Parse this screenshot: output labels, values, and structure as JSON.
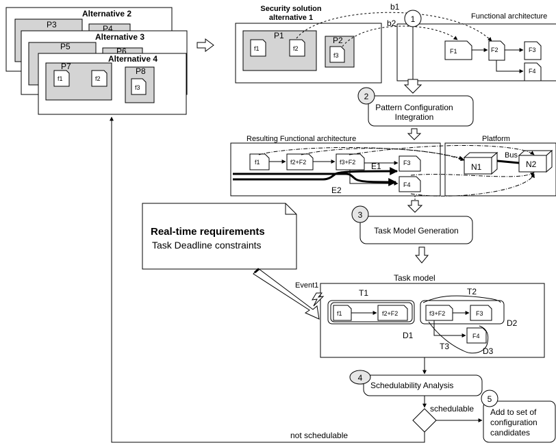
{
  "alternatives": {
    "alt2_title": "Alternative 2",
    "alt3_title": "Alternative 3",
    "alt4_title": "Alternative 4",
    "p3": "P3",
    "p4": "P4",
    "p5": "P5",
    "p6": "P6",
    "p7": "P7",
    "p8": "P8",
    "alt4_f1": "f1",
    "alt4_f2": "f2",
    "alt4_f3": "f3"
  },
  "security": {
    "title_line1": "Security solution",
    "title_line2": "alternative 1",
    "p1": "P1",
    "p2": "P2",
    "f1": "f1",
    "f2": "f2",
    "f3": "f3"
  },
  "functional": {
    "title": "Functional architecture",
    "f1": "F1",
    "f2": "F2",
    "f3": "F3",
    "f4": "F4",
    "b1": "b1",
    "b2": "b2"
  },
  "steps": {
    "s1": "1",
    "s2": "2",
    "s2_line1": "Pattern Configuration",
    "s2_line2": "Integration",
    "s3": "3",
    "s3_label": "Task Model Generation",
    "s4": "4",
    "s4_label": "Schedulability Analysis",
    "s5": "5",
    "s5_line1": "Add to set of",
    "s5_line2": "configuration",
    "s5_line3": "candidates"
  },
  "resulting": {
    "title": "Resulting Functional architecture",
    "f1": "f1",
    "f2f2": "f2+F2",
    "f3f2": "f3+F2",
    "F3": "F3",
    "F4": "F4",
    "e1": "E1",
    "e2": "E2"
  },
  "platform": {
    "title": "Platform",
    "n1": "N1",
    "n2": "N2",
    "bus": "Bus"
  },
  "requirements": {
    "title": "Real-time requirements",
    "subtitle": "Task Deadline constraints"
  },
  "taskmodel": {
    "title": "Task model",
    "event": "Event1",
    "t1": "T1",
    "t2": "T2",
    "t3": "T3",
    "d1": "D1",
    "d2": "D2",
    "d3": "D3",
    "f1": "f1",
    "f2f2": "f2+F2",
    "f3f2": "f3+F2",
    "F3": "F3",
    "F4": "F4"
  },
  "decision": {
    "schedulable": "schedulable",
    "not_schedulable": "not schedulable"
  }
}
